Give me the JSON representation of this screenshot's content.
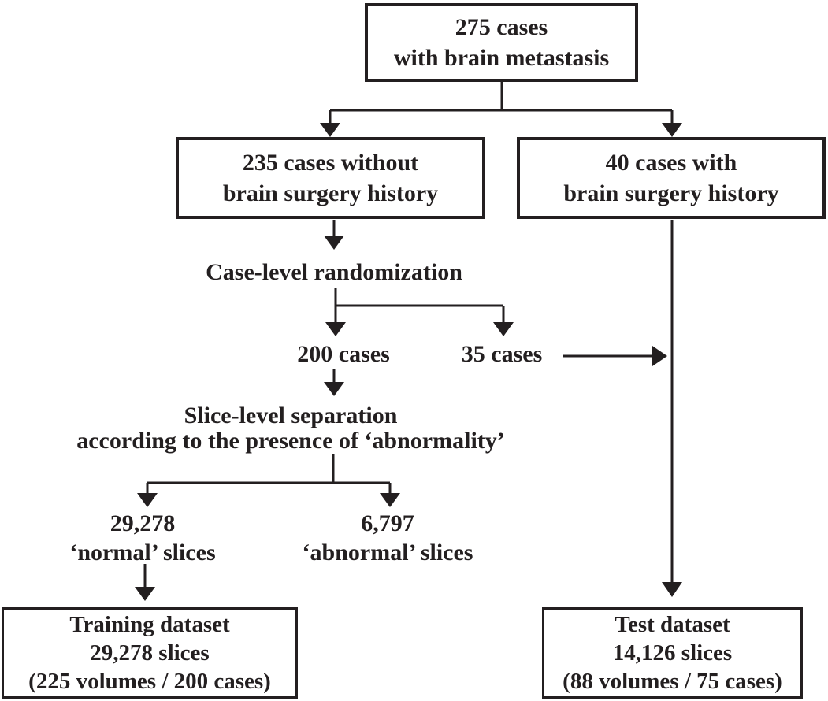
{
  "colors": {
    "ink": "#231f20",
    "background": "#ffffff"
  },
  "nodes": {
    "total": {
      "lines": [
        "275 cases",
        "with brain metastasis"
      ]
    },
    "without_surgery": {
      "lines": [
        "235 cases without",
        "brain surgery history"
      ]
    },
    "with_surgery": {
      "lines": [
        "40 cases with",
        "brain surgery history"
      ]
    },
    "case_randomization": {
      "label": "Case-level randomization"
    },
    "cases_200": {
      "label": "200 cases"
    },
    "cases_35": {
      "label": "35 cases"
    },
    "slice_separation": {
      "lines": [
        "Slice-level separation",
        "according to the presence of ‘abnormality’"
      ]
    },
    "normal_slices": {
      "lines": [
        "29,278",
        "‘normal’ slices"
      ]
    },
    "abnormal_slices": {
      "lines": [
        "6,797",
        "‘abnormal’ slices"
      ]
    },
    "training_dataset": {
      "lines": [
        "Training dataset",
        "29,278 slices",
        "(225 volumes / 200 cases)"
      ]
    },
    "test_dataset": {
      "lines": [
        "Test dataset",
        "14,126 slices",
        "(88 volumes / 75 cases)"
      ]
    }
  },
  "edges": [
    {
      "from": "total",
      "to": "without_surgery"
    },
    {
      "from": "total",
      "to": "with_surgery"
    },
    {
      "from": "without_surgery",
      "to": "case_randomization"
    },
    {
      "from": "case_randomization",
      "to": "cases_200"
    },
    {
      "from": "case_randomization",
      "to": "cases_35"
    },
    {
      "from": "cases_35",
      "to": "test_dataset"
    },
    {
      "from": "cases_200",
      "to": "slice_separation"
    },
    {
      "from": "slice_separation",
      "to": "normal_slices"
    },
    {
      "from": "slice_separation",
      "to": "abnormal_slices"
    },
    {
      "from": "normal_slices",
      "to": "training_dataset"
    },
    {
      "from": "with_surgery",
      "to": "test_dataset"
    }
  ]
}
